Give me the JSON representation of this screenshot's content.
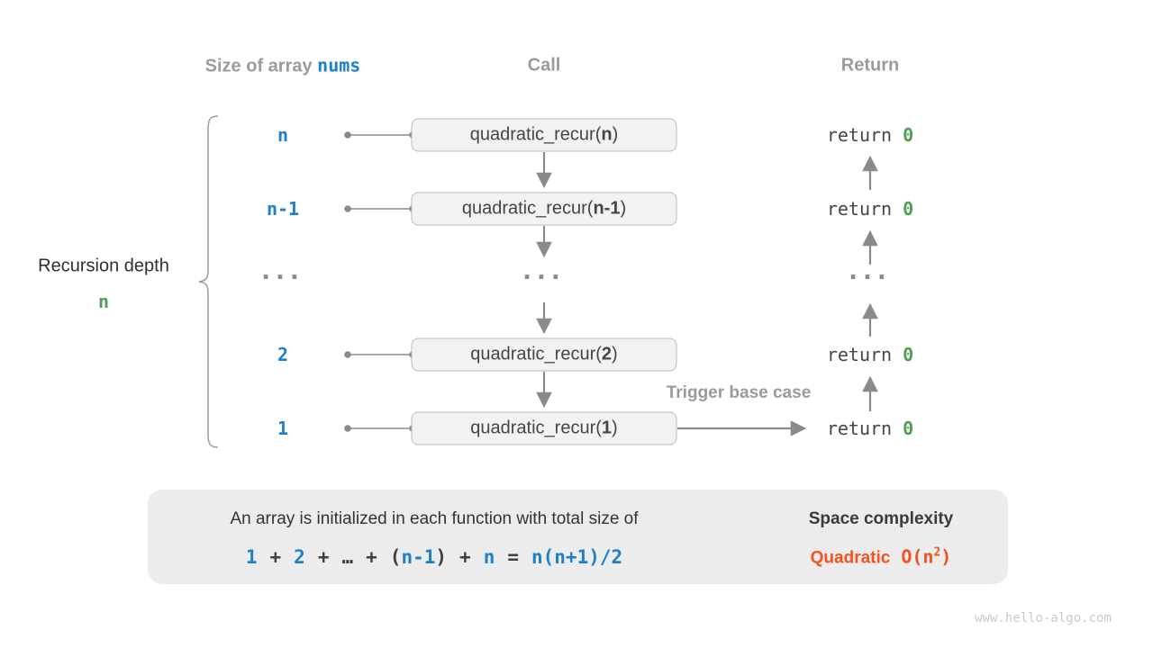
{
  "headers": {
    "size_label": "Size of array",
    "size_code": "nums",
    "call": "Call",
    "return": "Return"
  },
  "left_label": {
    "line1": "Recursion depth",
    "depth": "n"
  },
  "rows": [
    {
      "size": "n",
      "call_prefix": "quadratic_recur(",
      "arg": "n",
      "call_suffix": ")",
      "ret_kw": "return",
      "ret_val": "0"
    },
    {
      "size": "n-1",
      "call_prefix": "quadratic_recur(",
      "arg": "n-1",
      "call_suffix": ")",
      "ret_kw": "return",
      "ret_val": "0"
    },
    {
      "ellipsis": "..."
    },
    {
      "size": "2",
      "call_prefix": "quadratic_recur(",
      "arg": "2",
      "call_suffix": ")",
      "ret_kw": "return",
      "ret_val": "0"
    },
    {
      "size": "1",
      "call_prefix": "quadratic_recur(",
      "arg": "1",
      "call_suffix": ")",
      "ret_kw": "return",
      "ret_val": "0"
    }
  ],
  "trigger_label": "Trigger base case",
  "summary": {
    "sentence": "An array is initialized in each function with total size of",
    "formula": {
      "n1": "1",
      "op1": "+",
      "n2": "2",
      "op2": "+",
      "dots": "…",
      "op3": "+",
      "open": "(",
      "t1": "n-1",
      "close": ")",
      "op4": "+",
      "t2": "n",
      "eq": "=",
      "result": "n(n+1)/2"
    },
    "space_title": "Space complexity",
    "space_class": "Quadratic",
    "big_o_prefix": "O(n",
    "exponent": "2",
    "big_o_suffix": ")"
  },
  "watermark": "www.hello-algo.com",
  "colors": {
    "blue": "#1e80c9",
    "green": "#4e9e53",
    "orange": "#f4511e",
    "header_gray": "#9b9b9b",
    "arrow_gray": "#8a8a8a",
    "box_fill": "#f2f2f2",
    "box_border": "#b9b9b9",
    "panel_fill": "#ececec"
  }
}
